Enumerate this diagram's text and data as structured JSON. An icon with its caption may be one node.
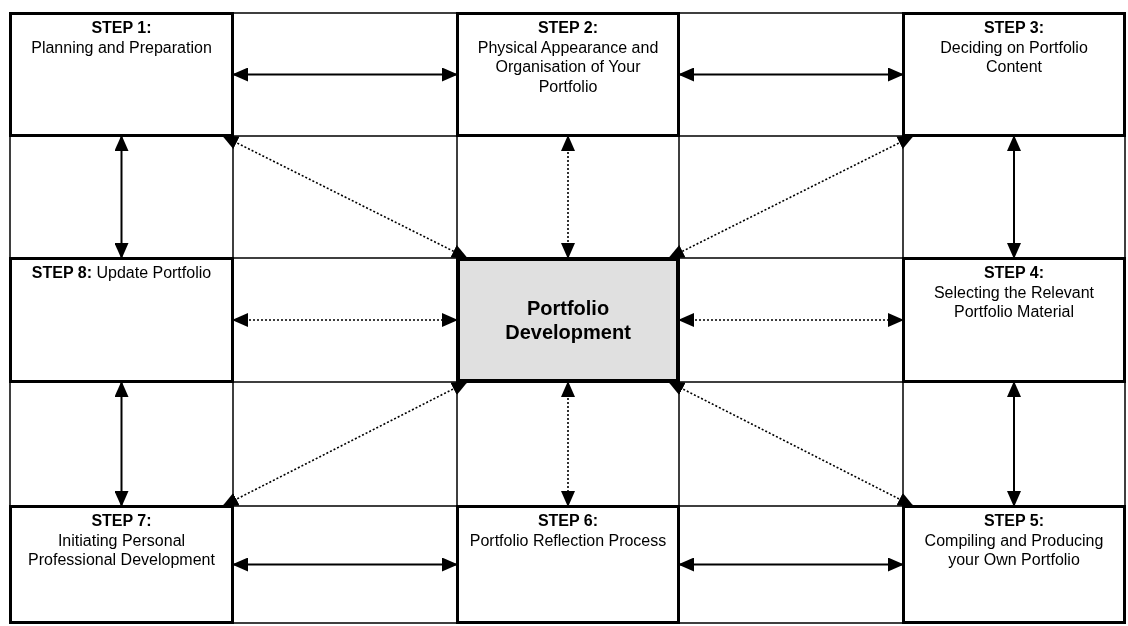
{
  "diagram": {
    "nodes": [
      {
        "text": [
          "STEP 1:",
          "Planning and Preparation"
        ]
      },
      {
        "text": [
          "STEP 2:",
          "Physical Appearance and Organisation of Your Portfolio"
        ]
      },
      {
        "text": [
          "STEP 3:",
          "Deciding on Portfolio Content"
        ]
      },
      {
        "text": [
          "**STEP 8:** Update Portfolio"
        ]
      },
      {
        "text": [
          "Portfolio Development"
        ]
      },
      {
        "text": [
          "STEP 4:",
          "Selecting the Relevant Portfolio Material"
        ]
      },
      {
        "text": [
          "STEP 7:",
          "Initiating Personal Professional Development"
        ]
      },
      {
        "text": [
          "STEP 6:",
          "Portfolio Reflection Process"
        ]
      },
      {
        "text": [
          "STEP 5:",
          "Compiling and Producing your Own Portfolio"
        ]
      }
    ],
    "edges": [
      {
        "from": 0,
        "to": 1,
        "arrow": "both"
      },
      {
        "from": 1,
        "to": 2,
        "arrow": "both"
      },
      {
        "from": 0,
        "to": 3,
        "arrow": "both"
      },
      {
        "from": 0,
        "to": 4,
        "arrow": "both",
        "style": "dashed"
      },
      {
        "from": 1,
        "to": 4,
        "arrow": "both",
        "style": "dashed"
      },
      {
        "from": 2,
        "to": 4,
        "arrow": "both",
        "style": "dashed"
      },
      {
        "from": 2,
        "to": 5,
        "arrow": "both"
      },
      {
        "from": 3,
        "to": 4,
        "arrow": "both",
        "style": "dashed"
      },
      {
        "from": 4,
        "to": 5,
        "arrow": "both",
        "style": "dashed"
      },
      {
        "from": 3,
        "to": 6,
        "arrow": "both"
      },
      {
        "from": 6,
        "to": 4,
        "arrow": "both",
        "style": "dashed"
      },
      {
        "from": 4,
        "to": 7,
        "arrow": "both",
        "style": "dashed"
      },
      {
        "from": 4,
        "to": 8,
        "arrow": "both",
        "style": "dashed"
      },
      {
        "from": 5,
        "to": 8,
        "arrow": "both"
      },
      {
        "from": 6,
        "to": 7,
        "arrow": "both"
      },
      {
        "from": 7,
        "to": 8,
        "arrow": "both"
      }
    ]
  }
}
